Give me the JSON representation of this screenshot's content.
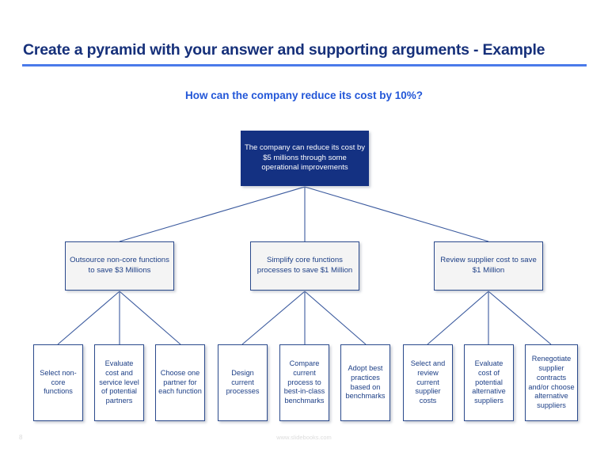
{
  "header": {
    "title": "Create a pyramid with your answer and supporting arguments - Example",
    "subtitle": "How can the company reduce its cost by 10%?",
    "rule_color": "#4a7aea",
    "title_color": "#16307a",
    "subtitle_color": "#2357d8"
  },
  "colors": {
    "root_fill": "#143182",
    "root_text": "#ffffff",
    "box_border": "#2b4a8c",
    "box_text": "#1d3f86",
    "level2_fill": "#f4f4f4",
    "level3_fill": "#ffffff",
    "connector": "#3b5a9e"
  },
  "pyramid": {
    "root": {
      "id": "root",
      "text": "The company can reduce its cost by $5 millions through some operational improvements"
    },
    "level2": [
      {
        "id": "l2-1",
        "text": "Outsource non-core functions to save $3 Millions"
      },
      {
        "id": "l2-2",
        "text": "Simplify core functions processes to save $1 Million"
      },
      {
        "id": "l2-3",
        "text": "Review supplier cost to save $1 Million"
      }
    ],
    "level3": [
      {
        "id": "l3-1",
        "parent": "l2-1",
        "text": "Select non-core functions"
      },
      {
        "id": "l3-2",
        "parent": "l2-1",
        "text": "Evaluate cost and service level of potential partners"
      },
      {
        "id": "l3-3",
        "parent": "l2-1",
        "text": "Choose one partner for each function"
      },
      {
        "id": "l3-4",
        "parent": "l2-2",
        "text": "Design current processes"
      },
      {
        "id": "l3-5",
        "parent": "l2-2",
        "text": "Compare current process to best-in-class benchmarks"
      },
      {
        "id": "l3-6",
        "parent": "l2-2",
        "text": "Adopt best practices based on benchmarks"
      },
      {
        "id": "l3-7",
        "parent": "l2-3",
        "text": "Select and review current supplier costs"
      },
      {
        "id": "l3-8",
        "parent": "l2-3",
        "text": "Evaluate cost of potential alternative suppliers"
      },
      {
        "id": "l3-9",
        "parent": "l2-3",
        "text": "Renegotiate supplier contracts and/or choose alternative suppliers"
      }
    ]
  },
  "footer": {
    "page_number": "8",
    "url": "www.slidebooks.com"
  }
}
